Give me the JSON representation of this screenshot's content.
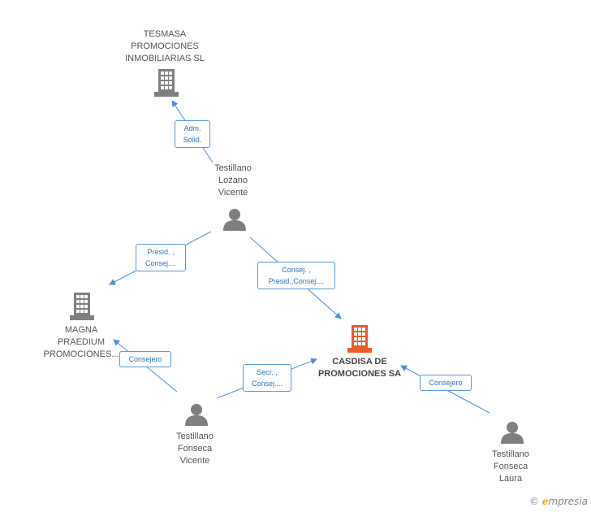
{
  "nodes": {
    "tesmasa": {
      "lines": [
        "TESMASA",
        "PROMOCIONES",
        "INMOBILIARIAS SL"
      ],
      "type": "company"
    },
    "lozano": {
      "lines": [
        "Testillano",
        "Lozano",
        "Vicente"
      ],
      "type": "person"
    },
    "magna": {
      "lines": [
        "MAGNA",
        "PRAEDIUM",
        "PROMOCIONES..."
      ],
      "type": "company"
    },
    "casdisa": {
      "lines": [
        "CASDISA DE",
        "PROMOCIONES SA"
      ],
      "type": "company-main"
    },
    "fonseca_vicente": {
      "lines": [
        "Testillano",
        "Fonseca",
        "Vicente"
      ],
      "type": "person"
    },
    "fonseca_laura": {
      "lines": [
        "Testillano",
        "Fonseca",
        "Laura"
      ],
      "type": "person"
    }
  },
  "edges": {
    "lozano_tesmasa": {
      "lines": [
        "Adm.",
        "Solid."
      ]
    },
    "lozano_magna": {
      "lines": [
        "Presid. ,",
        "Consej...."
      ]
    },
    "lozano_casdisa": {
      "lines": [
        "Consej. ,",
        "Presid.,Consej...."
      ]
    },
    "fvicente_magna": {
      "lines": [
        "Consejero"
      ]
    },
    "fvicente_casdisa": {
      "lines": [
        "Secr. ,",
        "Consej...."
      ]
    },
    "flaura_casdisa": {
      "lines": [
        "Consejero"
      ]
    }
  },
  "colors": {
    "edge": "#4a90d9",
    "company": "#7f7f7f",
    "company_main": "#f05a28",
    "person": "#7f7f7f"
  },
  "brand": {
    "copyright": "©",
    "initial": "e",
    "rest": "mpresia"
  }
}
